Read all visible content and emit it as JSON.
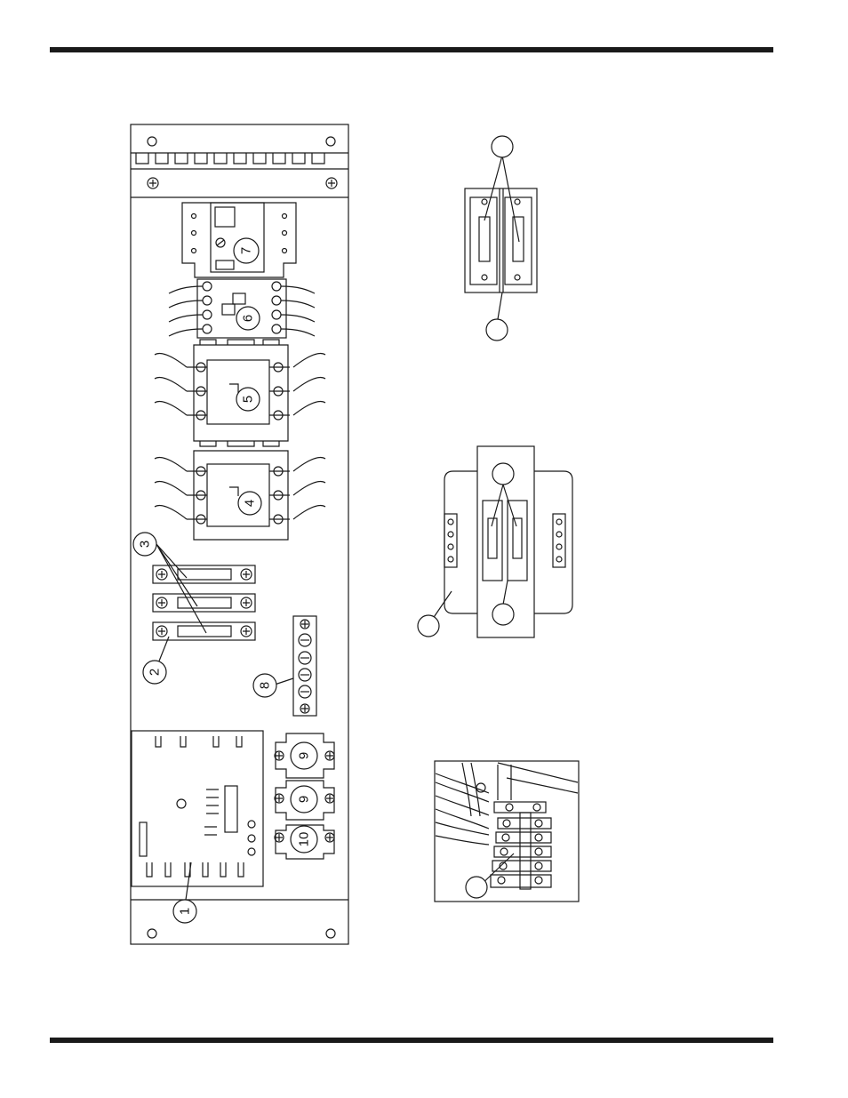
{
  "panel_callouts": {
    "c1": "1",
    "c2": "2",
    "c3": "3",
    "c4": "4",
    "c5": "5",
    "c6": "6",
    "c7": "7",
    "c8": "8",
    "c9a": "9",
    "c9b": "9",
    "c10": "10"
  },
  "colors": {
    "line": "#1a1a1a",
    "paper": "#ffffff",
    "rule": "#1a1a1a"
  }
}
